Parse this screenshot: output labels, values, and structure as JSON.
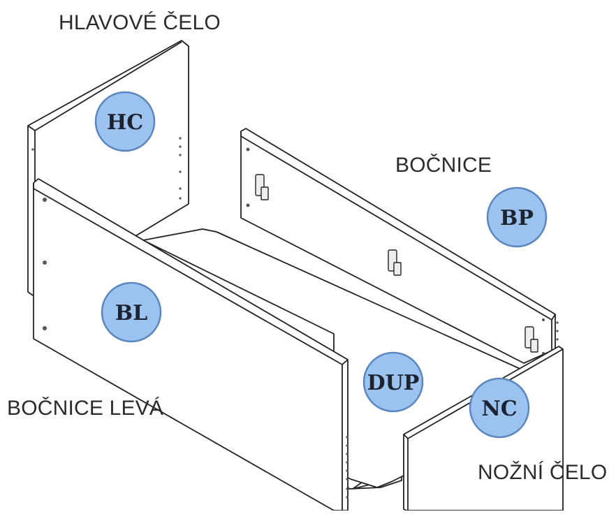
{
  "labels": {
    "head_board": "HLAVOVÉ ČELO",
    "side_right": "BOČNICE",
    "side_left": "BOČNICE LEVÁ",
    "foot_board": "NOŽNÍ ČELO"
  },
  "badges": {
    "hc": "HC",
    "bp": "BP",
    "bl": "BL",
    "dup": "DUP",
    "nc": "NC"
  },
  "colors": {
    "badge_fill": "#9cc3f0",
    "badge_stroke": "#5a86c0",
    "panel_fill": "#ffffff",
    "edge": "#222222"
  }
}
